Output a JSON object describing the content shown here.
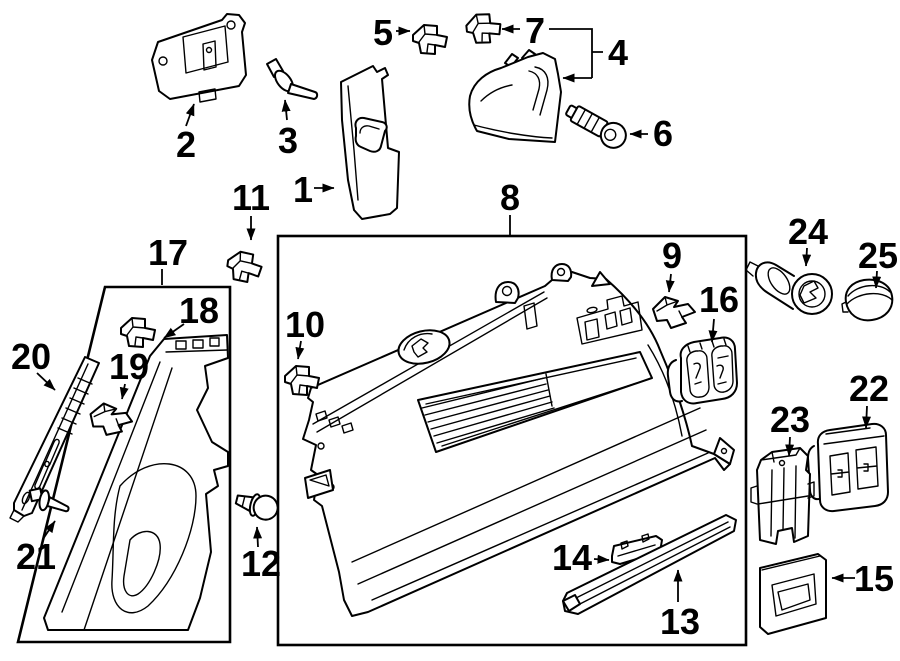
{
  "figure": {
    "description": "Exploded-view parts diagram of interior pillar and quarter trim panels with clips and fasteners",
    "background": "#ffffff",
    "line_color": "#000000"
  },
  "callouts": [
    {
      "num": "1",
      "part": "center-pillar-lower-trim"
    },
    {
      "num": "2",
      "part": "upper-trim-panel"
    },
    {
      "num": "3",
      "part": "push-rivet"
    },
    {
      "num": "4",
      "part": "quarter-upper-trim-assembly"
    },
    {
      "num": "5",
      "part": "retainer-clip"
    },
    {
      "num": "6",
      "part": "socket-head-bolt"
    },
    {
      "num": "7",
      "part": "retainer-clip"
    },
    {
      "num": "8",
      "part": "quarter-trim-panel"
    },
    {
      "num": "9",
      "part": "retainer-clip"
    },
    {
      "num": "10",
      "part": "retainer-clip"
    },
    {
      "num": "11",
      "part": "retainer-clip"
    },
    {
      "num": "12",
      "part": "screw-fastener"
    },
    {
      "num": "13",
      "part": "sill-trim-strip"
    },
    {
      "num": "14",
      "part": "trim-cap-strip"
    },
    {
      "num": "15",
      "part": "lamp-bezel-plate"
    },
    {
      "num": "16",
      "part": "switch-unit"
    },
    {
      "num": "17",
      "part": "pillar-lower-trim-panel"
    },
    {
      "num": "18",
      "part": "retainer-clip"
    },
    {
      "num": "19",
      "part": "retainer-clip"
    },
    {
      "num": "20",
      "part": "windshield-pillar-molding"
    },
    {
      "num": "21",
      "part": "push-pin-rivet"
    },
    {
      "num": "22",
      "part": "switch-bezel"
    },
    {
      "num": "23",
      "part": "switch-housing"
    },
    {
      "num": "24",
      "part": "power-outlet-socket"
    },
    {
      "num": "25",
      "part": "power-outlet-cap"
    }
  ]
}
